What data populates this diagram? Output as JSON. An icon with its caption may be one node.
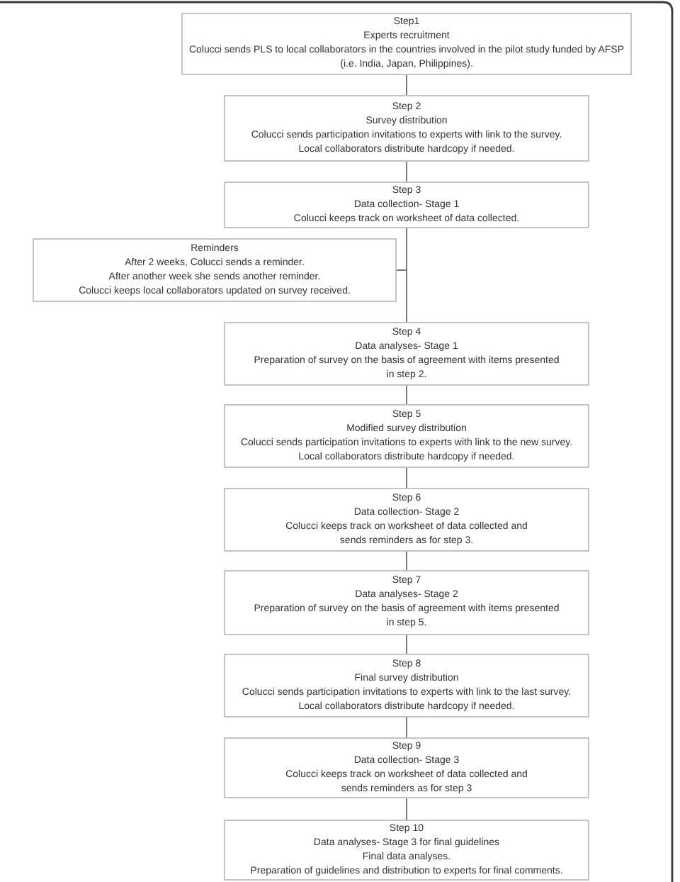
{
  "diagram": {
    "nodes": [
      {
        "text": [
          "Step1",
          "Experts recruitment",
          "Colucci sends PLS to local collaborators in the countries involved in the pilot study funded by AFSP (i.e. India, Japan, Philippines)."
        ]
      },
      {
        "text": [
          "Step 2",
          "Survey distribution",
          "Colucci sends participation invitations to experts with link to the survey.",
          "Local collaborators distribute hardcopy if needed."
        ]
      },
      {
        "text": [
          "Step 3",
          "Data collection- Stage 1",
          "Colucci keeps track on worksheet of data collected."
        ]
      },
      {
        "text": [
          "Reminders",
          "After 2 weeks, Colucci sends a reminder.",
          "After another week she sends another reminder.",
          "Colucci keeps local collaborators updated on survey received."
        ]
      },
      {
        "text": [
          "Step 4",
          "Data analyses- Stage 1",
          "Preparation of survey on the basis of agreement with items presented in step 2."
        ]
      },
      {
        "text": [
          "Step 5",
          "Modified survey distribution",
          "Colucci sends participation invitations to experts with link to the new survey.",
          "Local collaborators distribute hardcopy if needed."
        ]
      },
      {
        "text": [
          "Step 6",
          "Data collection- Stage 2",
          "Colucci keeps track on worksheet of data collected and sends reminders as for step 3."
        ]
      },
      {
        "text": [
          "Step 7",
          "Data analyses- Stage 2",
          "Preparation of survey on the basis of agreement with items presented in step 5."
        ]
      },
      {
        "text": [
          "Step 8",
          "Final survey distribution",
          "Colucci sends participation invitations to experts with link to the last survey.",
          "Local collaborators distribute hardcopy if needed."
        ]
      },
      {
        "text": [
          "Step 9",
          "Data collection- Stage 3",
          "Colucci keeps track on worksheet of data collected and sends reminders as for step 3"
        ]
      },
      {
        "text": [
          "Step 10",
          "Data analyses- Stage 3 for final guidelines",
          "Final data analyses.",
          "Preparation of guidelines and distribution to experts for final comments."
        ]
      }
    ],
    "edges": [
      {
        "from": 0,
        "to": 1,
        "arrow": "none"
      },
      {
        "from": 1,
        "to": 2,
        "arrow": "none"
      },
      {
        "from": 2,
        "to": 3,
        "arrow": "none"
      },
      {
        "from": 2,
        "to": 4,
        "arrow": "none"
      },
      {
        "from": 4,
        "to": 5,
        "arrow": "none"
      },
      {
        "from": 5,
        "to": 6,
        "arrow": "none"
      },
      {
        "from": 6,
        "to": 7,
        "arrow": "none"
      },
      {
        "from": 7,
        "to": 8,
        "arrow": "none"
      },
      {
        "from": 8,
        "to": 9,
        "arrow": "none"
      },
      {
        "from": 9,
        "to": 10,
        "arrow": "none"
      }
    ]
  }
}
